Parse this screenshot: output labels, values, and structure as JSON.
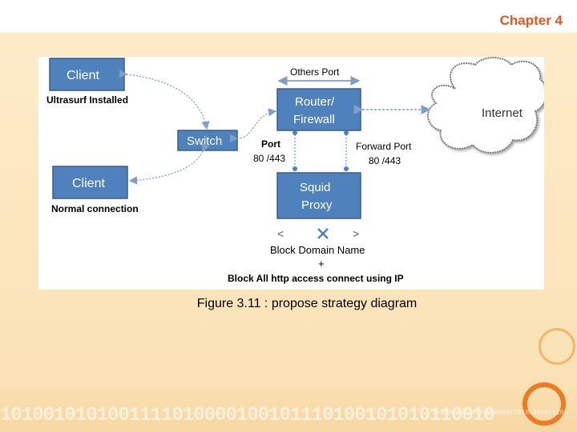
{
  "header": {
    "chapter_title": "Chapter 4"
  },
  "diagram": {
    "client_top_label": "Client",
    "client_top_note": "Ultrasurf Installed",
    "client_bottom_label": "Client",
    "client_bottom_note": "Normal connection",
    "switch_label": "Switch",
    "others_port_label": "Others Port",
    "router_line1": "Router/",
    "router_line2": "Firewall",
    "internet_label": "Internet",
    "port_label_line1": "Port",
    "port_label_line2": "80 /443",
    "forward_port_line1": "Forward Port",
    "forward_port_line2": "80 /443",
    "squid_line1": "Squid",
    "squid_line2": "Proxy",
    "block_domain": "Block Domain Name",
    "plus": "+",
    "block_http": "Block All http access connect using IP",
    "colors": {
      "box_fill": "#4f81bd",
      "box_stroke": "#385d8a",
      "cross": "#4f81bd",
      "chapter": "#e8561f"
    }
  },
  "caption": "Figure 3.11 : propose strategy diagram",
  "decor": {
    "binary_large": "1010010101001111010000100101110100101010110010",
    "binary_small": "11010101010111010000110101001011101"
  }
}
